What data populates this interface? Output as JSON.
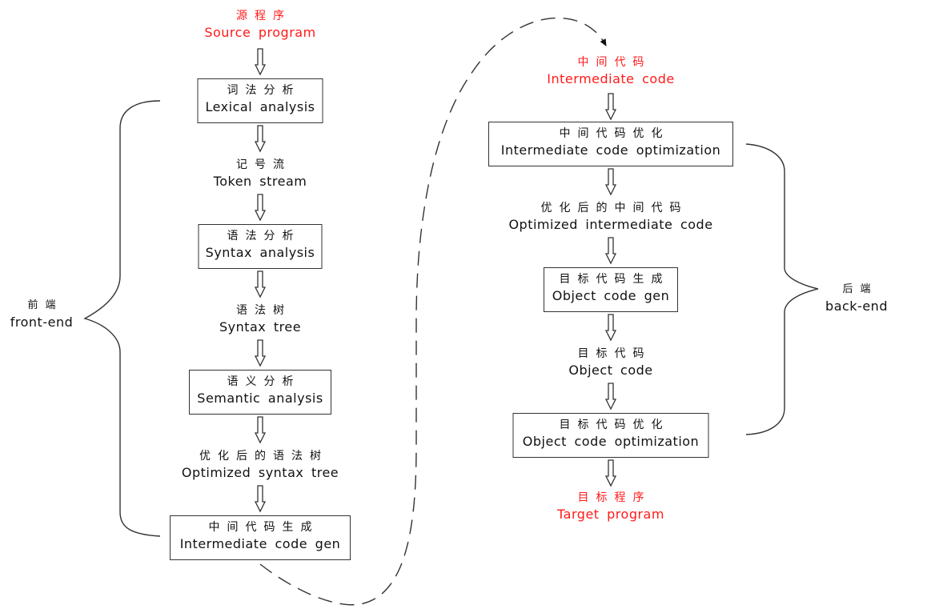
{
  "left_column": {
    "source": {
      "cn": "源程序",
      "en": "Source program"
    },
    "lexical": {
      "cn": "词法分析",
      "en": "Lexical analysis"
    },
    "token": {
      "cn": "记号流",
      "en": "Token stream"
    },
    "syntax": {
      "cn": "语法分析",
      "en": "Syntax analysis"
    },
    "tree": {
      "cn": "语法树",
      "en": "Syntax tree"
    },
    "semantic": {
      "cn": "语义分析",
      "en": "Semantic analysis"
    },
    "opt_tree": {
      "cn": "优化后的语法树",
      "en": "Optimized syntax tree"
    },
    "icgen": {
      "cn": "中间代码生成",
      "en": "Intermediate code gen"
    }
  },
  "right_column": {
    "ic": {
      "cn": "中间代码",
      "en": "Intermediate code"
    },
    "icopt": {
      "cn": "中间代码优化",
      "en": "Intermediate code optimization"
    },
    "opt_ic": {
      "cn": "优化后的中间代码",
      "en": "Optimized intermediate code"
    },
    "ocgen": {
      "cn": "目标代码生成",
      "en": "Object code gen"
    },
    "oc": {
      "cn": "目标代码",
      "en": "Object code"
    },
    "ocopt": {
      "cn": "目标代码优化",
      "en": "Object code optimization"
    },
    "target": {
      "cn": "目标程序",
      "en": "Target program"
    }
  },
  "groups": {
    "front": {
      "cn": "前端",
      "en": "front-end"
    },
    "back": {
      "cn": "后端",
      "en": "back-end"
    }
  },
  "colors": {
    "highlight": "#ff1a1a",
    "line": "#333333"
  }
}
